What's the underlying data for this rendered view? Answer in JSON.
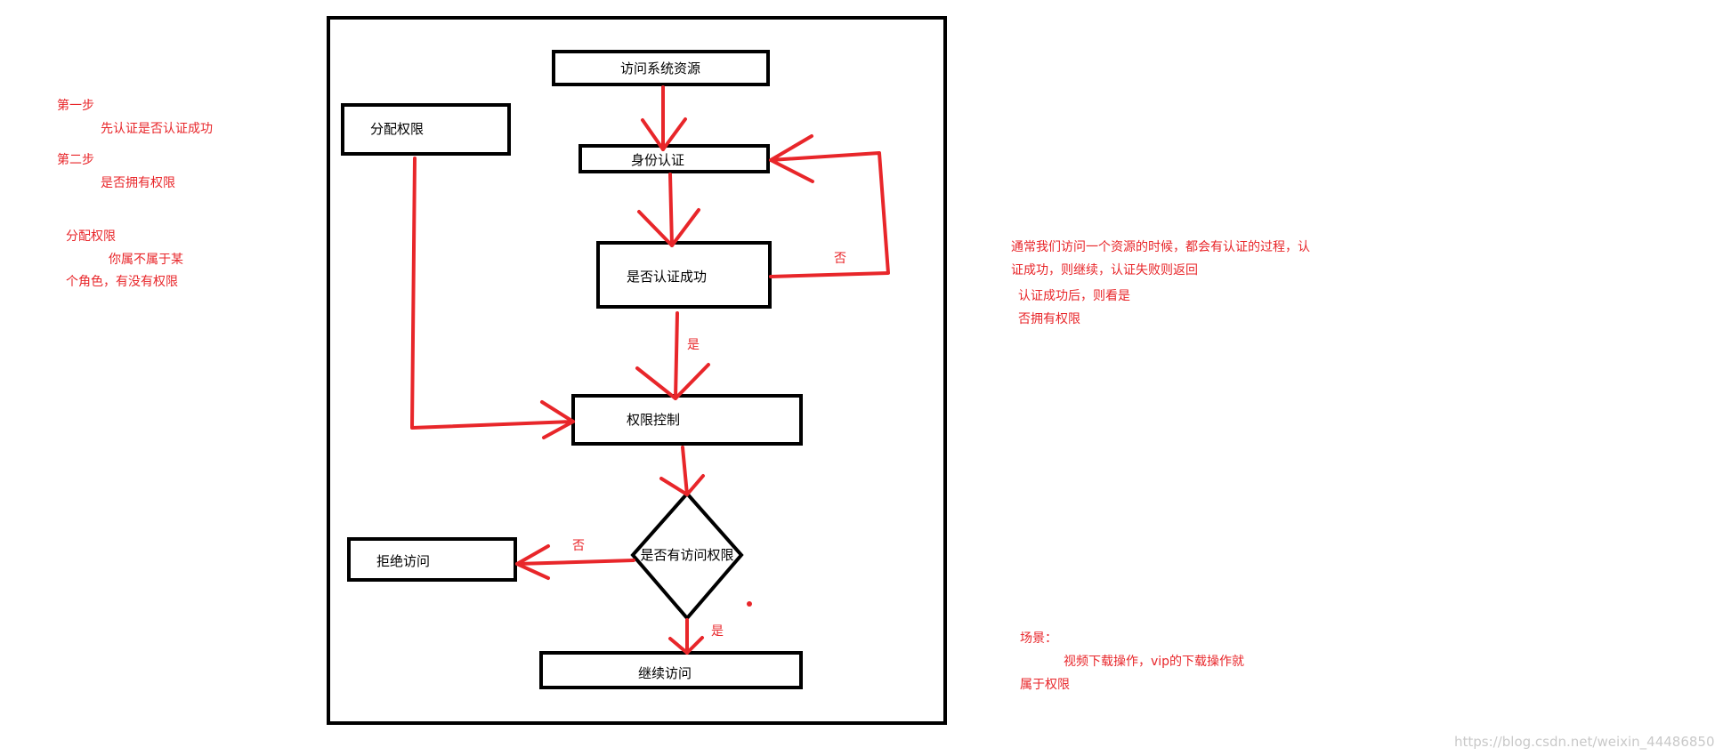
{
  "colors": {
    "arrow": "#e8262a",
    "box": "#000000",
    "note": "#e8262a",
    "watermark": "#c9c9c9"
  },
  "nodes": {
    "access": "访问系统资源",
    "identity": "身份认证",
    "auth_success": "是否认证成功",
    "assign": "分配权限",
    "permission_control": "权限控制",
    "has_permission": "是否有访问权限",
    "deny": "拒绝访问",
    "continue": "继续访问"
  },
  "edge_labels": {
    "auth_no": "否",
    "auth_yes": "是",
    "perm_no": "否",
    "perm_yes": "是"
  },
  "left_notes": {
    "step1": "第一步",
    "step1_detail": "先认证是否认证成功",
    "step2": "第二步",
    "step2_detail": "是否拥有权限",
    "assign_title": "分配权限",
    "assign_line1": "你属不属于某",
    "assign_line2": "个角色，有没有权限"
  },
  "right_notes": {
    "line1": "通常我们访问一个资源的时候，都会有认证的过程，认",
    "line2": "证成功，则继续，认证失败则返回",
    "line3": "认证成功后，则看是",
    "line4": "否拥有权限"
  },
  "scene_notes": {
    "title": "场景：",
    "line1": "视频下载操作，vip的下载操作就",
    "line2": "属于权限"
  },
  "watermark": "https://blog.csdn.net/weixin_44486850"
}
